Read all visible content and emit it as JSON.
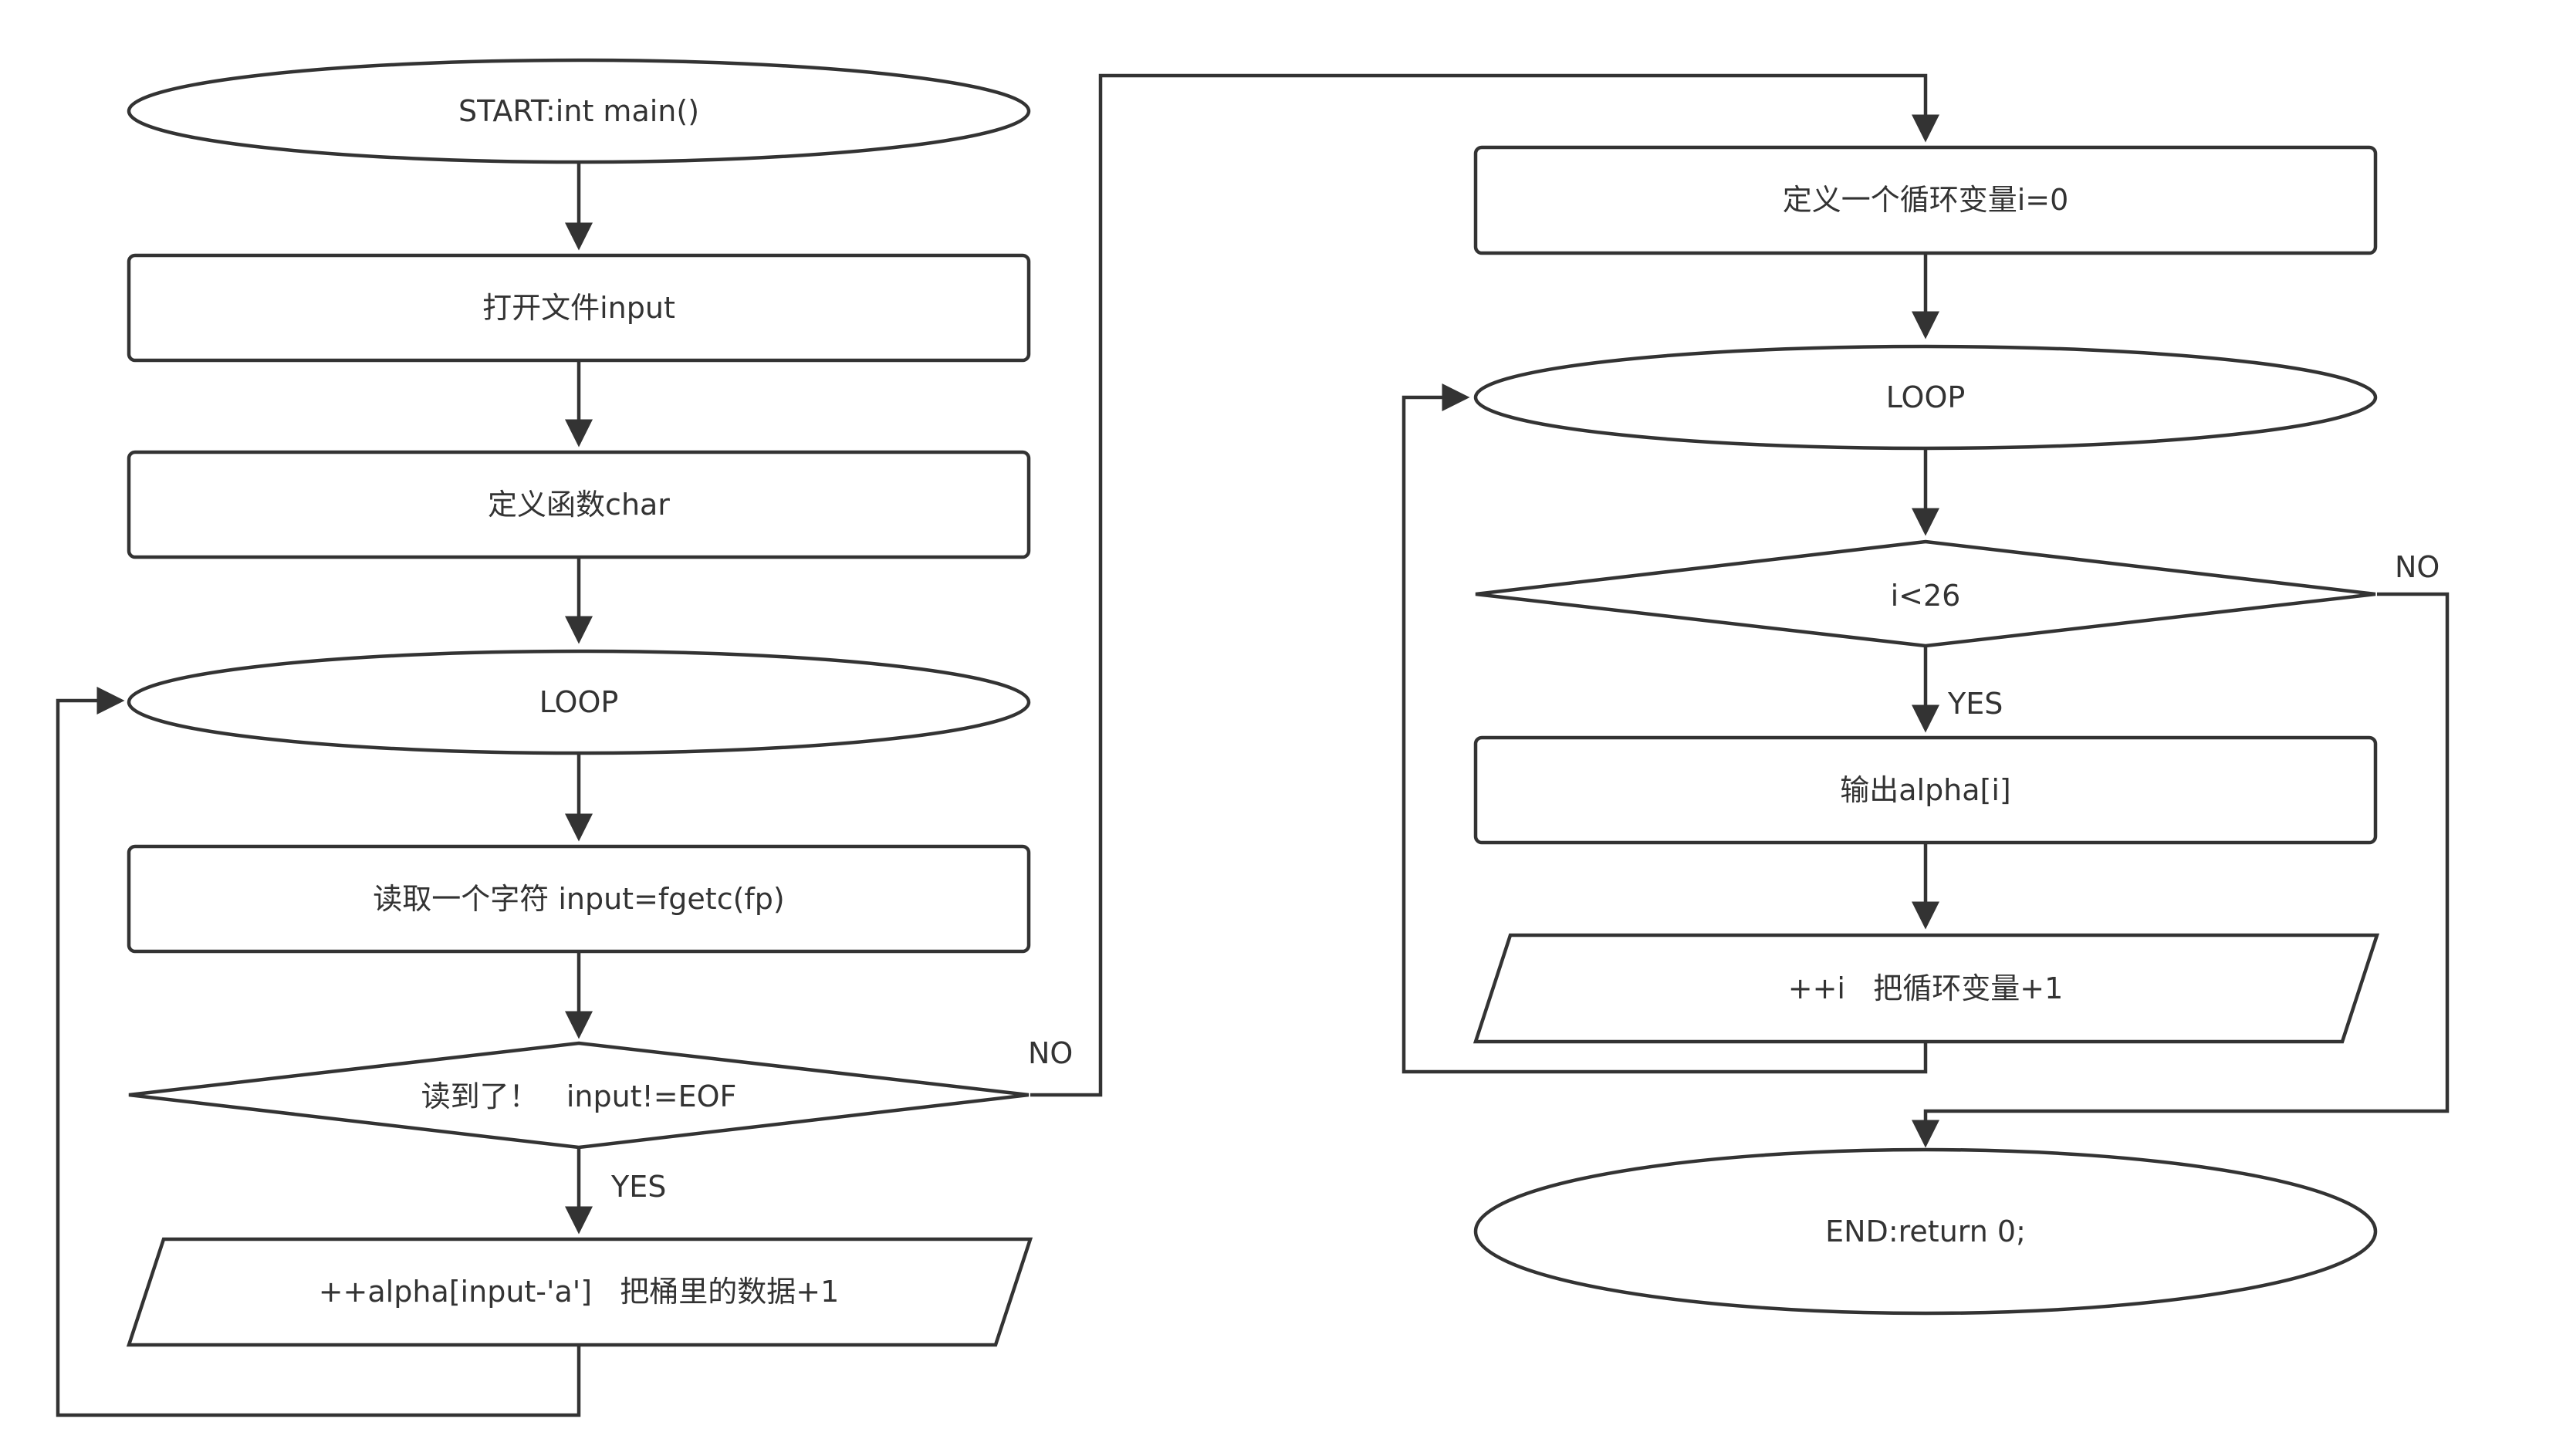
{
  "nodes": {
    "start": "START:int main()",
    "open_file": "打开文件input",
    "define_char": "定义函数char",
    "loop1": "LOOP",
    "read_char": "读取一个字符 input=fgetc(fp)",
    "check_eof": "读到了！   input!=EOF",
    "increment_alpha": "++alpha[input-'a']   把桶里的数据+1",
    "define_i": "定义一个循环变量i=0",
    "loop2": "LOOP",
    "check_i": "i<26",
    "output_alpha": "输出alpha[i]",
    "increment_i": "++i   把循环变量+1",
    "end": "END:return 0;"
  },
  "edge_labels": {
    "eof_no": "NO",
    "eof_yes": "YES",
    "i_no": "NO",
    "i_yes": "YES"
  },
  "colors": {
    "stroke": "#333333",
    "fill": "#ffffff",
    "text": "#333333"
  }
}
